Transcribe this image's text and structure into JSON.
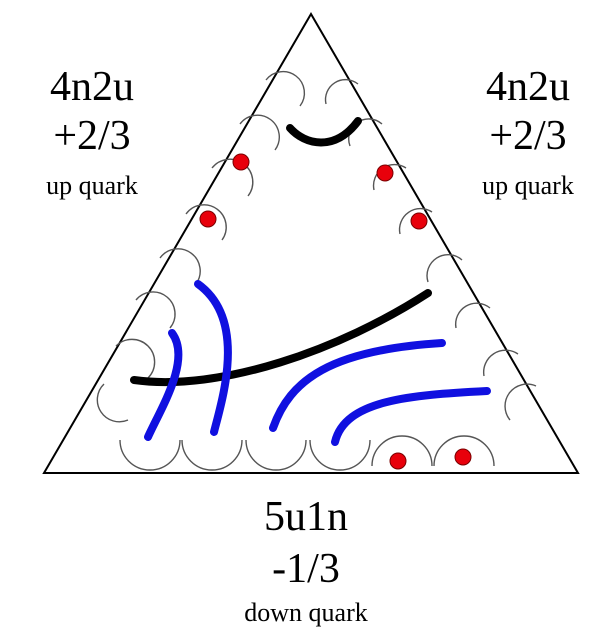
{
  "labels": {
    "left": {
      "code": "4n2u",
      "charge": "+2/3",
      "name": "up quark"
    },
    "right": {
      "code": "4n2u",
      "charge": "+2/3",
      "name": "up quark"
    },
    "bottom": {
      "code": "5u1n",
      "charge": "-1/3",
      "name": "down quark"
    }
  },
  "colors": {
    "outline": "#000000",
    "cup": "#555555",
    "dot": "#e8000b",
    "blue_strand": "#1010e0",
    "black_strand": "#000000"
  }
}
